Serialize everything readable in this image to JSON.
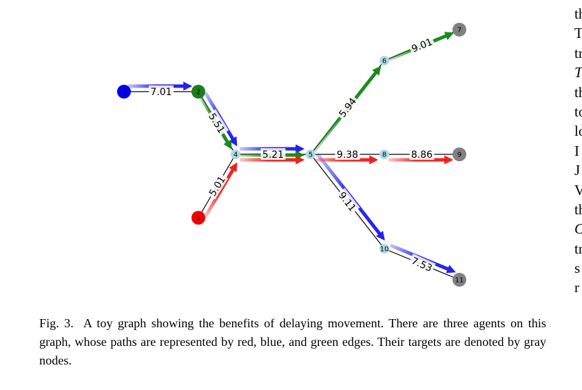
{
  "figure": {
    "nodes": [
      {
        "id": "1",
        "label": "1",
        "color": "#0000ee"
      },
      {
        "id": "2",
        "label": "2",
        "color": "#1a7f1a"
      },
      {
        "id": "3",
        "label": "3",
        "color": "#ee0000"
      },
      {
        "id": "4",
        "label": "4",
        "color": "#add8e6"
      },
      {
        "id": "5",
        "label": "5",
        "color": "#add8e6"
      },
      {
        "id": "6",
        "label": "6",
        "color": "#add8e6"
      },
      {
        "id": "7",
        "label": "7",
        "color": "#808080"
      },
      {
        "id": "8",
        "label": "8",
        "color": "#add8e6"
      },
      {
        "id": "9",
        "label": "9",
        "color": "#808080"
      },
      {
        "id": "10",
        "label": "10",
        "color": "#add8e6"
      },
      {
        "id": "11",
        "label": "11",
        "color": "#808080"
      }
    ],
    "edges": [
      {
        "from": "1",
        "to": "2",
        "weight": "7.01"
      },
      {
        "from": "2",
        "to": "4",
        "weight": "5.51"
      },
      {
        "from": "3",
        "to": "4",
        "weight": "5.01"
      },
      {
        "from": "4",
        "to": "5",
        "weight": "5.21"
      },
      {
        "from": "5",
        "to": "6",
        "weight": "5.94"
      },
      {
        "from": "6",
        "to": "7",
        "weight": "9.01"
      },
      {
        "from": "5",
        "to": "8",
        "weight": "9.38"
      },
      {
        "from": "8",
        "to": "9",
        "weight": "8.86"
      },
      {
        "from": "5",
        "to": "10",
        "weight": "9.11"
      },
      {
        "from": "10",
        "to": "11",
        "weight": "7.53"
      }
    ],
    "paths": [
      {
        "agent": "blue",
        "color": "#2222ee",
        "nodes": [
          "1",
          "2",
          "4",
          "5",
          "10",
          "11"
        ]
      },
      {
        "agent": "green",
        "color": "#1a8a1a",
        "nodes": [
          "2",
          "4",
          "5",
          "6",
          "7"
        ]
      },
      {
        "agent": "red",
        "color": "#ee2222",
        "nodes": [
          "3",
          "4",
          "5",
          "8",
          "9"
        ]
      }
    ]
  },
  "caption": {
    "label": "Fig. 3.",
    "text": "A toy graph showing the benefits of delaying movement. There are three agents on this graph, whose paths are represented by red, blue, and green edges. Their targets are denoted by gray nodes."
  },
  "right_column": [
    "th",
    "T",
    "tr",
    "T",
    "th",
    "to",
    "lo",
    "I",
    "J",
    "V",
    "th",
    "C",
    "tr",
    "s",
    "r"
  ]
}
